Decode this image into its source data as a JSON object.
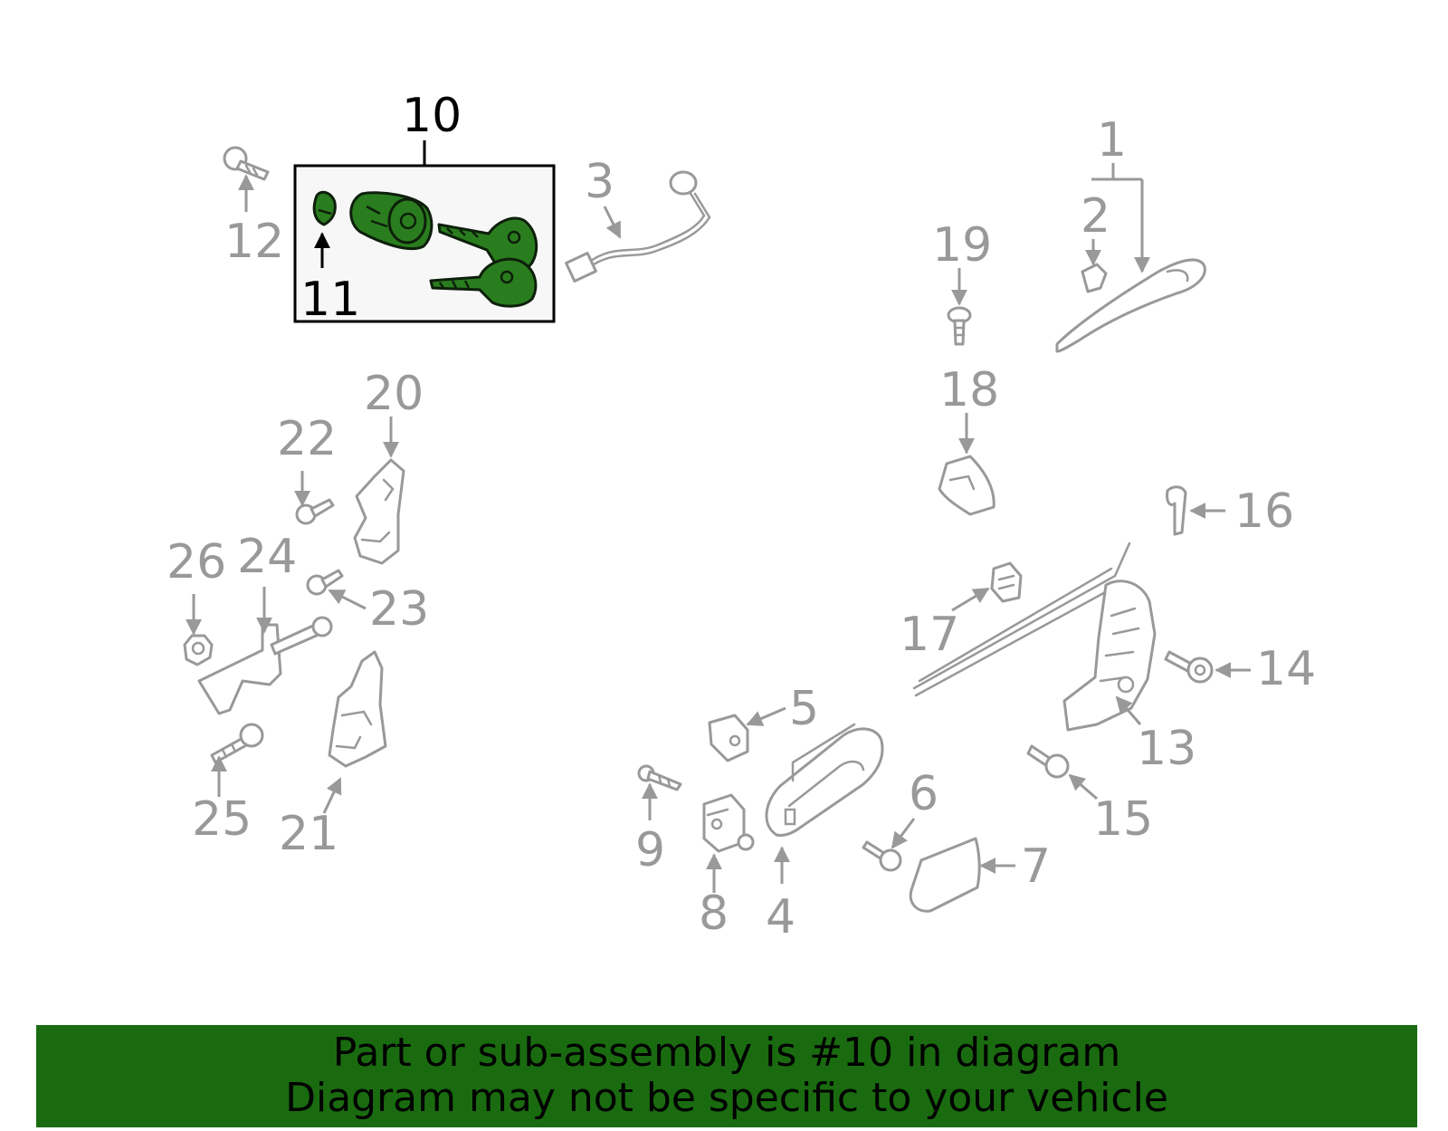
{
  "callouts": {
    "c1": "1",
    "c2": "2",
    "c3": "3",
    "c4": "4",
    "c5": "5",
    "c6": "6",
    "c7": "7",
    "c8": "8",
    "c9": "9",
    "c10": "10",
    "c11": "11",
    "c12": "12",
    "c13": "13",
    "c14": "14",
    "c15": "15",
    "c16": "16",
    "c17": "17",
    "c18": "18",
    "c19": "19",
    "c20": "20",
    "c21": "21",
    "c22": "22",
    "c23": "23",
    "c24": "24",
    "c25": "25",
    "c26": "26"
  },
  "highlight_part": "10",
  "colors": {
    "part_outline": "#999999",
    "highlight_fill": "#2a7d1e",
    "banner_bg": "#1a6b10",
    "text": "#000000"
  },
  "banner": {
    "line1": "Part or sub-assembly is #10 in diagram",
    "line2": "Diagram may not be specific to your vehicle"
  }
}
